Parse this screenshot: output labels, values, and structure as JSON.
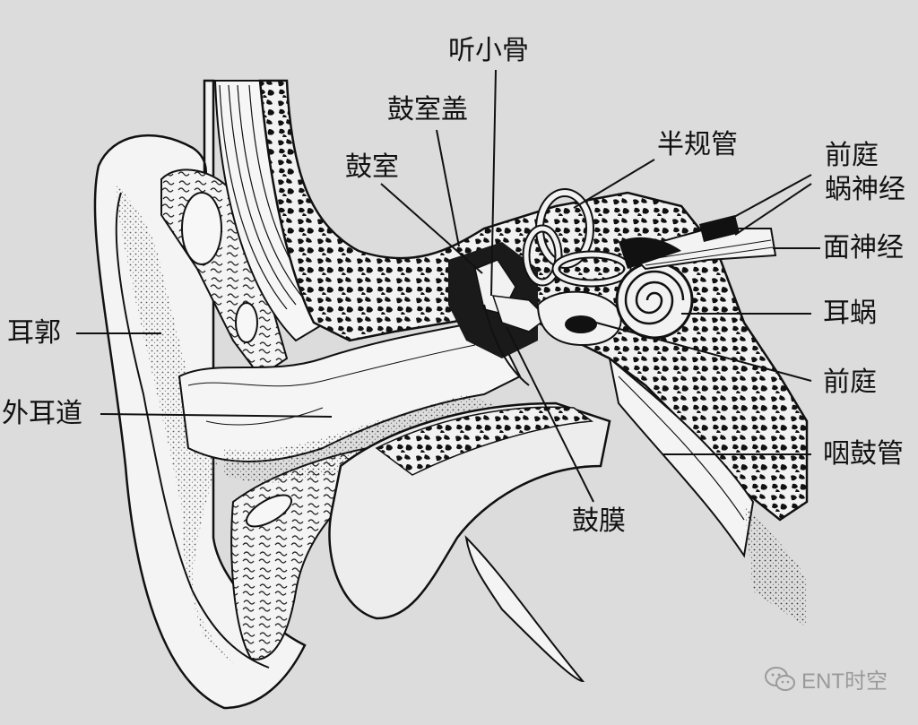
{
  "labels": {
    "tinxiaogu": "听小骨",
    "gushigai": "鼓室盖",
    "banguiguan": "半规管",
    "gushi": "鼓室",
    "qianting_wo_line1": "前庭",
    "qianting_wo_line2": "蜗神经",
    "mianshenjing": "面神经",
    "erguo": "耳郭",
    "erwo": "耳蜗",
    "waierdao": "外耳道",
    "qianting": "前庭",
    "yanguguan": "咽鼓管",
    "gumo": "鼓膜"
  },
  "watermark": {
    "text": "ENT时空",
    "icon": "wechat-icon"
  },
  "colors": {
    "background": "#dcdcdc",
    "ink": "#111111",
    "bone": "#1a1a1a",
    "watermark": "#9a9a9a"
  }
}
